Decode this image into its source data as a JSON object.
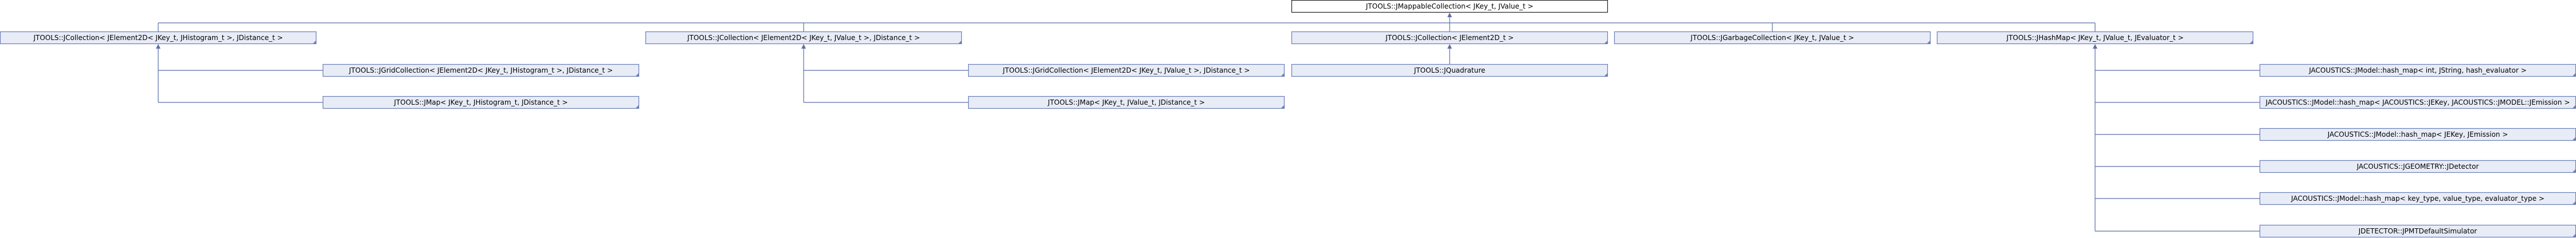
{
  "nodes": [
    {
      "id": "n0",
      "label": "JTOOLS::JMappableCollection< JKey_t, JValue_t >"
    },
    {
      "id": "n1",
      "label": "JTOOLS::JCollection< JElement2D< JKey_t, JHistogram_t >, JDistance_t >"
    },
    {
      "id": "n2",
      "label": "JTOOLS::JCollection< JElement2D< JKey_t, JValue_t >, JDistance_t >"
    },
    {
      "id": "n3",
      "label": "JTOOLS::JCollection< JElement2D_t >"
    },
    {
      "id": "n4",
      "label": "JTOOLS::JGarbageCollection< JKey_t, JValue_t >"
    },
    {
      "id": "n5",
      "label": "JTOOLS::JHashMap< JKey_t, JValue_t, JEvaluator_t >"
    },
    {
      "id": "n6",
      "label": "JTOOLS::JGridCollection< JElement2D< JKey_t, JHistogram_t >, JDistance_t >"
    },
    {
      "id": "n7",
      "label": "JTOOLS::JMap< JKey_t, JHistogram_t, JDistance_t >"
    },
    {
      "id": "n8",
      "label": "JTOOLS::JGridCollection< JElement2D< JKey_t, JValue_t >, JDistance_t >"
    },
    {
      "id": "n9",
      "label": "JTOOLS::JMap< JKey_t, JValue_t, JDistance_t >"
    },
    {
      "id": "n10",
      "label": "JTOOLS::JQuadrature"
    },
    {
      "id": "n11",
      "label": "JACOUSTICS::JModel::hash_map< int, JString, hash_evaluator >"
    },
    {
      "id": "n12",
      "label": "JACOUSTICS::JModel::hash_map< JACOUSTICS::JEKey, JACOUSTICS::JMODEL::JEmission >"
    },
    {
      "id": "n13",
      "label": "JACOUSTICS::JModel::hash_map< JEKey, JEmission >"
    },
    {
      "id": "n14",
      "label": "JACOUSTICS::JGEOMETRY::JDetector"
    },
    {
      "id": "n15",
      "label": "JACOUSTICS::JModel::hash_map< key_type, value_type, evaluator_type >"
    },
    {
      "id": "n16",
      "label": "JDETECTOR::JPMTDefaultSimulator"
    }
  ],
  "edges": [
    {
      "from": "n1",
      "to": "n0"
    },
    {
      "from": "n2",
      "to": "n0"
    },
    {
      "from": "n3",
      "to": "n0"
    },
    {
      "from": "n4",
      "to": "n0"
    },
    {
      "from": "n5",
      "to": "n0"
    },
    {
      "from": "n6",
      "to": "n1"
    },
    {
      "from": "n7",
      "to": "n1"
    },
    {
      "from": "n8",
      "to": "n2"
    },
    {
      "from": "n9",
      "to": "n2"
    },
    {
      "from": "n10",
      "to": "n3"
    },
    {
      "from": "n11",
      "to": "n5"
    },
    {
      "from": "n12",
      "to": "n5"
    },
    {
      "from": "n13",
      "to": "n5"
    },
    {
      "from": "n14",
      "to": "n5"
    },
    {
      "from": "n15",
      "to": "n5"
    },
    {
      "from": "n16",
      "to": "n5"
    }
  ]
}
